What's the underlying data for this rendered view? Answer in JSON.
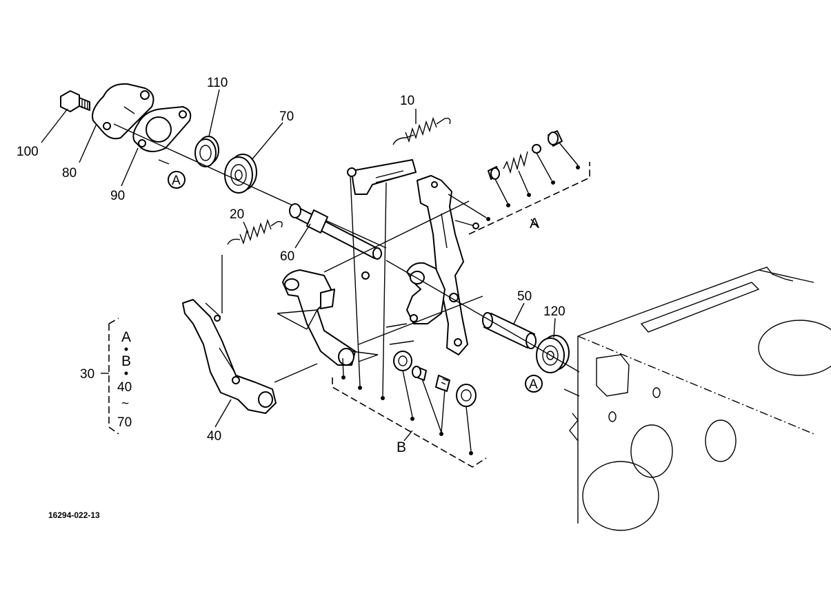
{
  "diagram": {
    "drawing_code": "16294-022-13",
    "labels": {
      "p100": "100",
      "p80": "80",
      "p90": "90",
      "p110": "110",
      "p70": "70",
      "p10": "10",
      "p20": "20",
      "p60": "60",
      "p50": "50",
      "p120": "120",
      "p40": "40",
      "p30": "30"
    },
    "group_labels": {
      "group_a": "A",
      "group_b": "B",
      "ref_a_left": "A",
      "ref_a_right": "A"
    },
    "bracket": {
      "line1": "A",
      "line2": "B",
      "line3": "40",
      "line4": "~",
      "line5": "70"
    }
  }
}
